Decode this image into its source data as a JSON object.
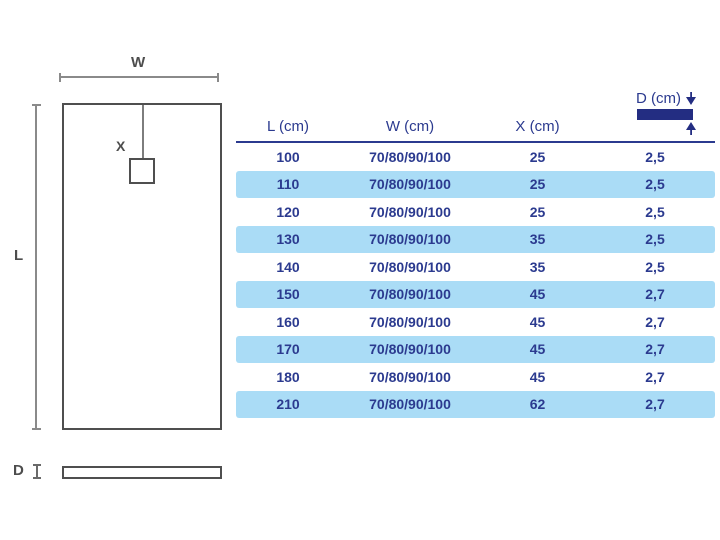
{
  "diagram": {
    "width_label": "W",
    "length_label": "L",
    "drain_position_label": "X",
    "depth_label": "D"
  },
  "table": {
    "headers": [
      "L (cm)",
      "W (cm)",
      "X (cm)",
      "D (cm)"
    ],
    "rows": [
      [
        "100",
        "70/80/90/100",
        "25",
        "2,5"
      ],
      [
        "110",
        "70/80/90/100",
        "25",
        "2,5"
      ],
      [
        "120",
        "70/80/90/100",
        "25",
        "2,5"
      ],
      [
        "130",
        "70/80/90/100",
        "35",
        "2,5"
      ],
      [
        "140",
        "70/80/90/100",
        "35",
        "2,5"
      ],
      [
        "150",
        "70/80/90/100",
        "45",
        "2,7"
      ],
      [
        "160",
        "70/80/90/100",
        "45",
        "2,7"
      ],
      [
        "170",
        "70/80/90/100",
        "45",
        "2,7"
      ],
      [
        "180",
        "70/80/90/100",
        "45",
        "2,7"
      ],
      [
        "210",
        "70/80/90/100",
        "62",
        "2,7"
      ]
    ]
  },
  "icons": {
    "depth_down_arrow": "↓",
    "depth_up_arrow": "↑"
  },
  "colors": {
    "navy_text": "#2b3a8f",
    "navy_bar": "#232d82",
    "row_highlight_blue": "#aadcf6",
    "drawing_line_dark": "#4f4f4f",
    "dimension_line_gray": "#8a8a8a"
  }
}
